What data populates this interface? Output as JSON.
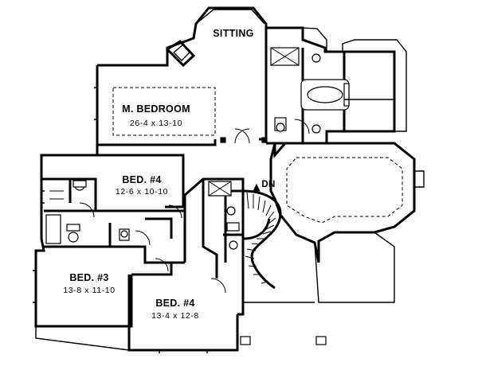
{
  "rooms": {
    "sitting": {
      "name": "SITTING"
    },
    "master_bedroom": {
      "name": "M. BEDROOM",
      "dims": "26-4 x 13-10"
    },
    "bed4_upper": {
      "name": "BED. #4",
      "dims": "12-6 x 10-10"
    },
    "bed3": {
      "name": "BED. #3",
      "dims": "13-8 x 11-10"
    },
    "bed4_lower": {
      "name": "BED. #4",
      "dims": "13-4 x 12-8"
    }
  },
  "stair": {
    "label": "DN"
  }
}
